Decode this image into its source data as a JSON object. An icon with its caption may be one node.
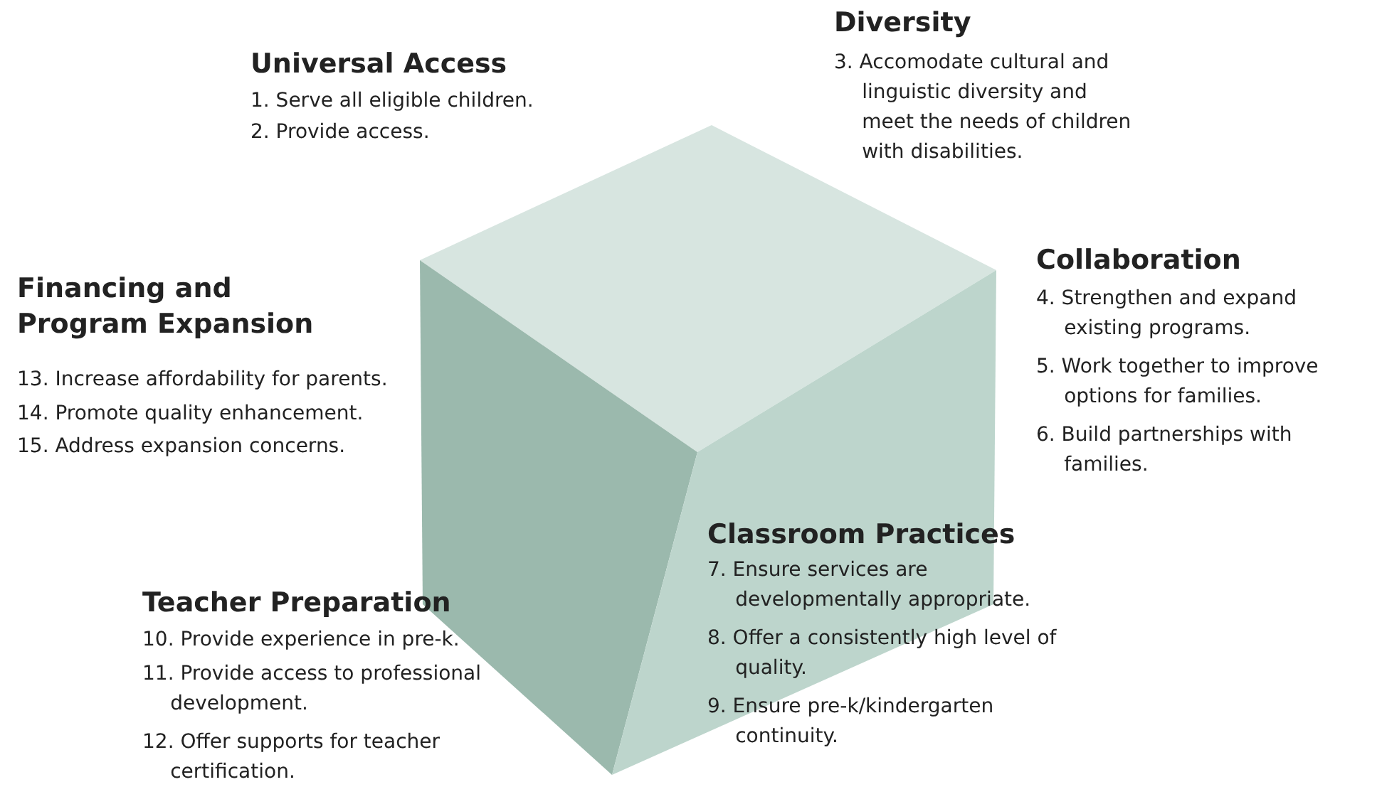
{
  "diagram": {
    "labels": [
      "Diversity",
      "3. Accomodate cultural and linguistic diversity and meet the needs of children with disabilities.",
      "Universal Access",
      "1. Serve all eligible children.",
      "2. Provide access.",
      "Collaboration",
      "4. Strengthen and expand existing programs.",
      "5. Work together to improve options for families.",
      "6. Build partnerships with families.",
      "Financing and Program Expansion",
      "13. Increase affordability for parents.",
      "14. Promote quality enhancement.",
      "15. Address expansion concerns.",
      "Classroom Practices",
      "7. Ensure services are developmentally appropriate.",
      "8. Offer a consistently high level of quality.",
      "9. Ensure pre-k/kindergarten continuity.",
      "Teacher Preparation",
      "10. Provide experience in pre-k.",
      "11. Provide access to professional development.",
      "12. Offer supports for teacher certification."
    ]
  }
}
